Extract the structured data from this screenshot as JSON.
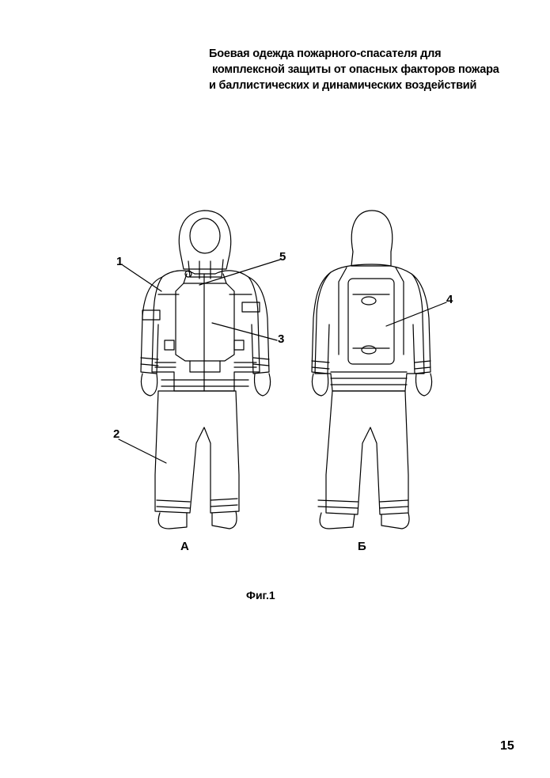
{
  "title": {
    "line1": "Боевая одежда пожарного-спасателя для",
    "line2": "комплексной защиты от опасных факторов пожара",
    "line3": "и баллистических и динамических воздействий"
  },
  "callouts": {
    "c1": "1",
    "c2": "2",
    "c3": "3",
    "c4": "4",
    "c5": "5"
  },
  "views": {
    "front": "А",
    "back": "Б"
  },
  "caption": "Фиг.1",
  "page_number": "15"
}
